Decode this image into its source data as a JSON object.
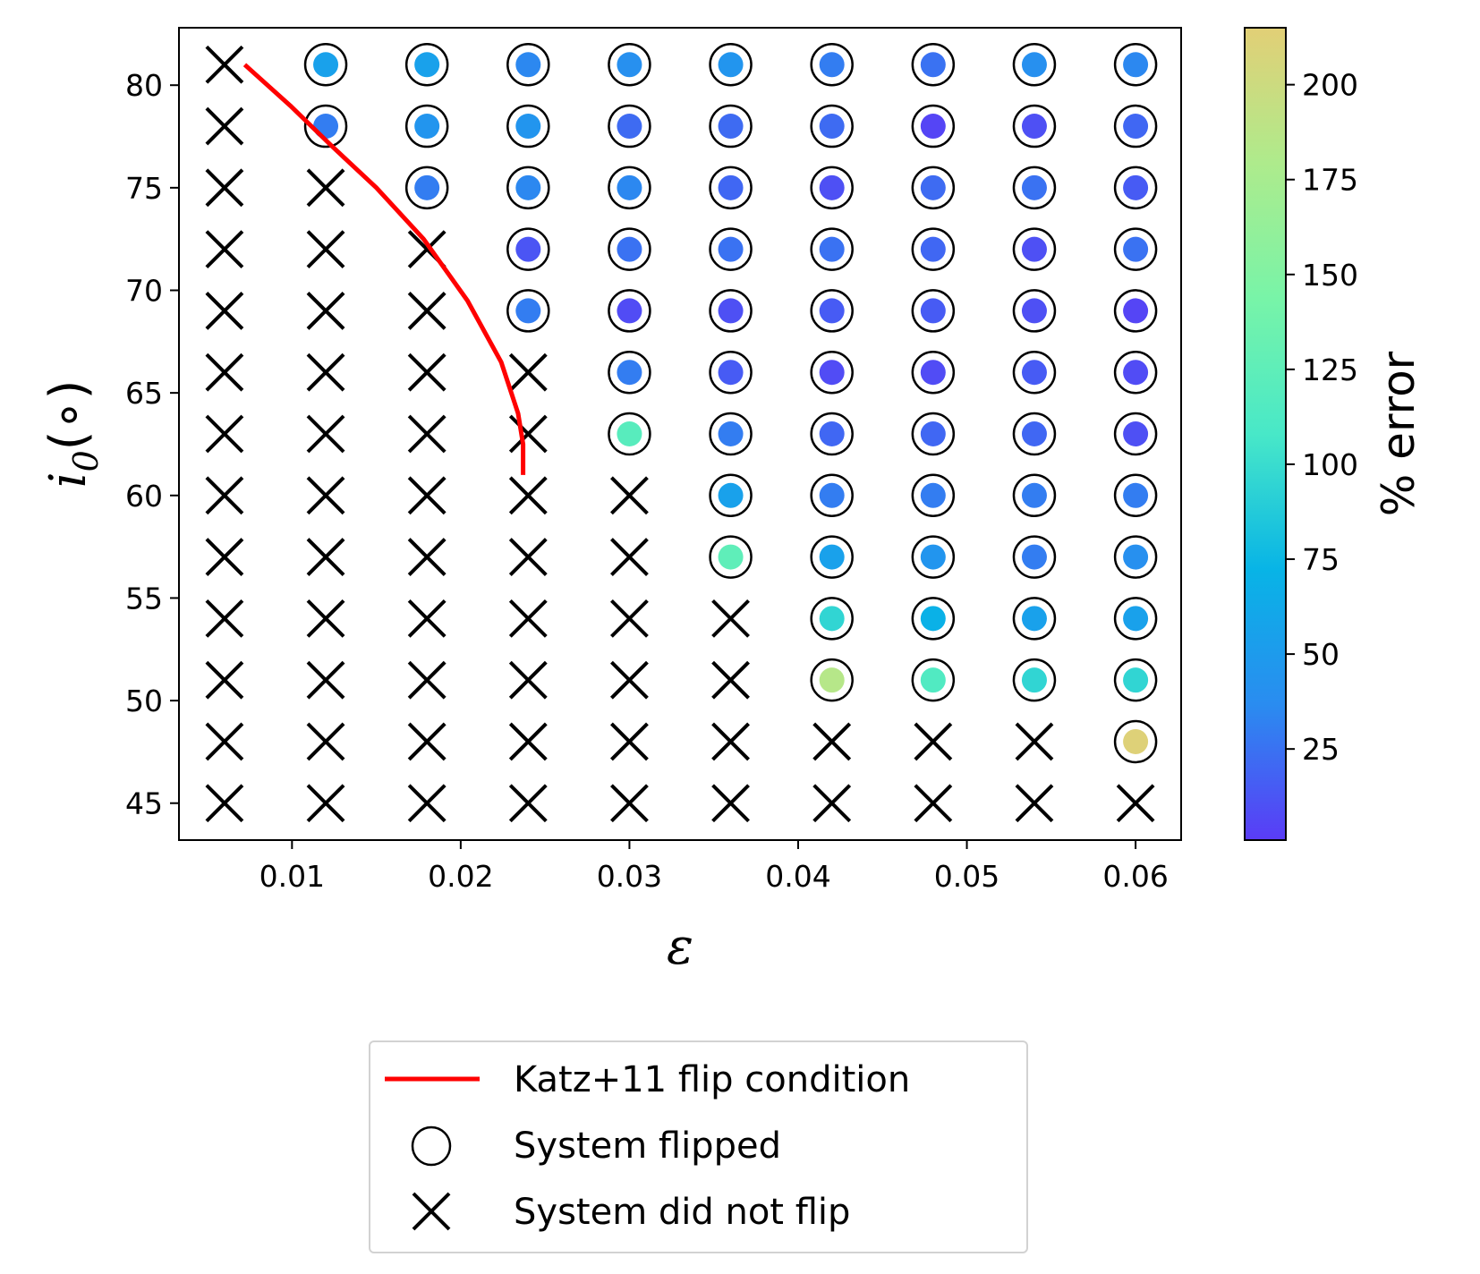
{
  "chart_data": {
    "type": "scatter",
    "xlabel": "ε",
    "ylabel_main": "i",
    "ylabel_sub": "0",
    "ylabel_unit": "(∘)",
    "xlim": [
      0.0033,
      0.0627
    ],
    "ylim": [
      43.2,
      82.8
    ],
    "xticks": [
      0.01,
      0.02,
      0.03,
      0.04,
      0.05,
      0.06
    ],
    "xtick_labels": [
      "0.01",
      "0.02",
      "0.03",
      "0.04",
      "0.05",
      "0.06"
    ],
    "yticks": [
      45,
      50,
      55,
      60,
      65,
      70,
      75,
      80
    ],
    "ytick_labels": [
      "45",
      "50",
      "55",
      "60",
      "65",
      "70",
      "75",
      "80"
    ],
    "grid": false,
    "epsilon_values": [
      0.006,
      0.012,
      0.018,
      0.024,
      0.03,
      0.036,
      0.042,
      0.048,
      0.054,
      0.06
    ],
    "inclination_values": [
      45,
      48,
      51,
      54,
      57,
      60,
      63,
      66,
      69,
      72,
      75,
      78,
      81
    ],
    "colorbar": {
      "label": "% error",
      "range": [
        1,
        215
      ],
      "ticks": [
        25,
        50,
        75,
        100,
        125,
        150,
        175,
        200
      ],
      "tick_labels": [
        "25",
        "50",
        "75",
        "100",
        "125",
        "150",
        "175",
        "200"
      ],
      "colormap": [
        "#5a3cf6",
        "#2a8cf0",
        "#08b4e6",
        "#48e8c8",
        "#78f4a8",
        "#aeeb8c",
        "#e2cf76"
      ]
    },
    "series": [
      {
        "name": "Katz+11 flip condition",
        "kind": "line",
        "color": "#ff0000",
        "x": [
          0.0072,
          0.0099,
          0.0124,
          0.015,
          0.0178,
          0.0204,
          0.0224,
          0.0234,
          0.0237,
          0.0237
        ],
        "y": [
          81,
          79,
          77,
          75,
          72.5,
          69.5,
          66.5,
          64,
          62.5,
          61
        ]
      },
      {
        "name": "System flipped",
        "kind": "scatter",
        "marker": "circle",
        "points": [
          {
            "x": 0.012,
            "y": 81,
            "error": 55
          },
          {
            "x": 0.018,
            "y": 81,
            "error": 55
          },
          {
            "x": 0.024,
            "y": 81,
            "error": 35
          },
          {
            "x": 0.03,
            "y": 81,
            "error": 40
          },
          {
            "x": 0.036,
            "y": 81,
            "error": 45
          },
          {
            "x": 0.042,
            "y": 81,
            "error": 30
          },
          {
            "x": 0.048,
            "y": 81,
            "error": 25
          },
          {
            "x": 0.054,
            "y": 81,
            "error": 40
          },
          {
            "x": 0.06,
            "y": 81,
            "error": 35
          },
          {
            "x": 0.012,
            "y": 78,
            "error": 30
          },
          {
            "x": 0.018,
            "y": 78,
            "error": 45
          },
          {
            "x": 0.024,
            "y": 78,
            "error": 45
          },
          {
            "x": 0.03,
            "y": 78,
            "error": 22
          },
          {
            "x": 0.036,
            "y": 78,
            "error": 22
          },
          {
            "x": 0.042,
            "y": 78,
            "error": 22
          },
          {
            "x": 0.048,
            "y": 78,
            "error": 5
          },
          {
            "x": 0.054,
            "y": 78,
            "error": 10
          },
          {
            "x": 0.06,
            "y": 78,
            "error": 20
          },
          {
            "x": 0.018,
            "y": 75,
            "error": 30
          },
          {
            "x": 0.024,
            "y": 75,
            "error": 35
          },
          {
            "x": 0.03,
            "y": 75,
            "error": 35
          },
          {
            "x": 0.036,
            "y": 75,
            "error": 20
          },
          {
            "x": 0.042,
            "y": 75,
            "error": 10
          },
          {
            "x": 0.048,
            "y": 75,
            "error": 22
          },
          {
            "x": 0.054,
            "y": 75,
            "error": 25
          },
          {
            "x": 0.06,
            "y": 75,
            "error": 15
          },
          {
            "x": 0.024,
            "y": 72,
            "error": 12
          },
          {
            "x": 0.03,
            "y": 72,
            "error": 25
          },
          {
            "x": 0.036,
            "y": 72,
            "error": 25
          },
          {
            "x": 0.042,
            "y": 72,
            "error": 25
          },
          {
            "x": 0.048,
            "y": 72,
            "error": 20
          },
          {
            "x": 0.054,
            "y": 72,
            "error": 10
          },
          {
            "x": 0.06,
            "y": 72,
            "error": 25
          },
          {
            "x": 0.024,
            "y": 69,
            "error": 30
          },
          {
            "x": 0.03,
            "y": 69,
            "error": 8
          },
          {
            "x": 0.036,
            "y": 69,
            "error": 10
          },
          {
            "x": 0.042,
            "y": 69,
            "error": 15
          },
          {
            "x": 0.048,
            "y": 69,
            "error": 15
          },
          {
            "x": 0.054,
            "y": 69,
            "error": 10
          },
          {
            "x": 0.06,
            "y": 69,
            "error": 5
          },
          {
            "x": 0.03,
            "y": 66,
            "error": 30
          },
          {
            "x": 0.036,
            "y": 66,
            "error": 15
          },
          {
            "x": 0.042,
            "y": 66,
            "error": 8
          },
          {
            "x": 0.048,
            "y": 66,
            "error": 8
          },
          {
            "x": 0.054,
            "y": 66,
            "error": 15
          },
          {
            "x": 0.06,
            "y": 66,
            "error": 8
          },
          {
            "x": 0.03,
            "y": 63,
            "error": 120
          },
          {
            "x": 0.036,
            "y": 63,
            "error": 30
          },
          {
            "x": 0.042,
            "y": 63,
            "error": 20
          },
          {
            "x": 0.048,
            "y": 63,
            "error": 20
          },
          {
            "x": 0.054,
            "y": 63,
            "error": 20
          },
          {
            "x": 0.06,
            "y": 63,
            "error": 10
          },
          {
            "x": 0.036,
            "y": 60,
            "error": 55
          },
          {
            "x": 0.042,
            "y": 60,
            "error": 30
          },
          {
            "x": 0.048,
            "y": 60,
            "error": 30
          },
          {
            "x": 0.054,
            "y": 60,
            "error": 30
          },
          {
            "x": 0.06,
            "y": 60,
            "error": 30
          },
          {
            "x": 0.036,
            "y": 57,
            "error": 125
          },
          {
            "x": 0.042,
            "y": 57,
            "error": 55
          },
          {
            "x": 0.048,
            "y": 57,
            "error": 45
          },
          {
            "x": 0.054,
            "y": 57,
            "error": 30
          },
          {
            "x": 0.06,
            "y": 57,
            "error": 40
          },
          {
            "x": 0.042,
            "y": 54,
            "error": 95
          },
          {
            "x": 0.048,
            "y": 54,
            "error": 70
          },
          {
            "x": 0.054,
            "y": 54,
            "error": 55
          },
          {
            "x": 0.06,
            "y": 54,
            "error": 55
          },
          {
            "x": 0.042,
            "y": 51,
            "error": 185
          },
          {
            "x": 0.048,
            "y": 51,
            "error": 115
          },
          {
            "x": 0.054,
            "y": 51,
            "error": 95
          },
          {
            "x": 0.06,
            "y": 51,
            "error": 95
          },
          {
            "x": 0.06,
            "y": 48,
            "error": 212
          }
        ]
      },
      {
        "name": "System did not flip",
        "kind": "scatter",
        "marker": "x",
        "points": [
          {
            "x": 0.006,
            "y": 81
          },
          {
            "x": 0.006,
            "y": 78
          },
          {
            "x": 0.006,
            "y": 75
          },
          {
            "x": 0.006,
            "y": 72
          },
          {
            "x": 0.006,
            "y": 69
          },
          {
            "x": 0.006,
            "y": 66
          },
          {
            "x": 0.006,
            "y": 63
          },
          {
            "x": 0.006,
            "y": 60
          },
          {
            "x": 0.006,
            "y": 57
          },
          {
            "x": 0.006,
            "y": 54
          },
          {
            "x": 0.006,
            "y": 51
          },
          {
            "x": 0.006,
            "y": 48
          },
          {
            "x": 0.006,
            "y": 45
          },
          {
            "x": 0.012,
            "y": 75
          },
          {
            "x": 0.012,
            "y": 72
          },
          {
            "x": 0.012,
            "y": 69
          },
          {
            "x": 0.012,
            "y": 66
          },
          {
            "x": 0.012,
            "y": 63
          },
          {
            "x": 0.012,
            "y": 60
          },
          {
            "x": 0.012,
            "y": 57
          },
          {
            "x": 0.012,
            "y": 54
          },
          {
            "x": 0.012,
            "y": 51
          },
          {
            "x": 0.012,
            "y": 48
          },
          {
            "x": 0.012,
            "y": 45
          },
          {
            "x": 0.018,
            "y": 72
          },
          {
            "x": 0.018,
            "y": 69
          },
          {
            "x": 0.018,
            "y": 66
          },
          {
            "x": 0.018,
            "y": 63
          },
          {
            "x": 0.018,
            "y": 60
          },
          {
            "x": 0.018,
            "y": 57
          },
          {
            "x": 0.018,
            "y": 54
          },
          {
            "x": 0.018,
            "y": 51
          },
          {
            "x": 0.018,
            "y": 48
          },
          {
            "x": 0.018,
            "y": 45
          },
          {
            "x": 0.024,
            "y": 66
          },
          {
            "x": 0.024,
            "y": 63
          },
          {
            "x": 0.024,
            "y": 60
          },
          {
            "x": 0.024,
            "y": 57
          },
          {
            "x": 0.024,
            "y": 54
          },
          {
            "x": 0.024,
            "y": 51
          },
          {
            "x": 0.024,
            "y": 48
          },
          {
            "x": 0.024,
            "y": 45
          },
          {
            "x": 0.03,
            "y": 60
          },
          {
            "x": 0.03,
            "y": 57
          },
          {
            "x": 0.03,
            "y": 54
          },
          {
            "x": 0.03,
            "y": 51
          },
          {
            "x": 0.03,
            "y": 48
          },
          {
            "x": 0.03,
            "y": 45
          },
          {
            "x": 0.036,
            "y": 54
          },
          {
            "x": 0.036,
            "y": 51
          },
          {
            "x": 0.036,
            "y": 48
          },
          {
            "x": 0.036,
            "y": 45
          },
          {
            "x": 0.042,
            "y": 48
          },
          {
            "x": 0.042,
            "y": 45
          },
          {
            "x": 0.048,
            "y": 48
          },
          {
            "x": 0.048,
            "y": 45
          },
          {
            "x": 0.054,
            "y": 48
          },
          {
            "x": 0.054,
            "y": 45
          },
          {
            "x": 0.06,
            "y": 45
          }
        ]
      }
    ],
    "legend": {
      "placement": "bottom-center",
      "entries": [
        "Katz+11 flip condition",
        "System flipped",
        "System did not flip"
      ]
    }
  }
}
